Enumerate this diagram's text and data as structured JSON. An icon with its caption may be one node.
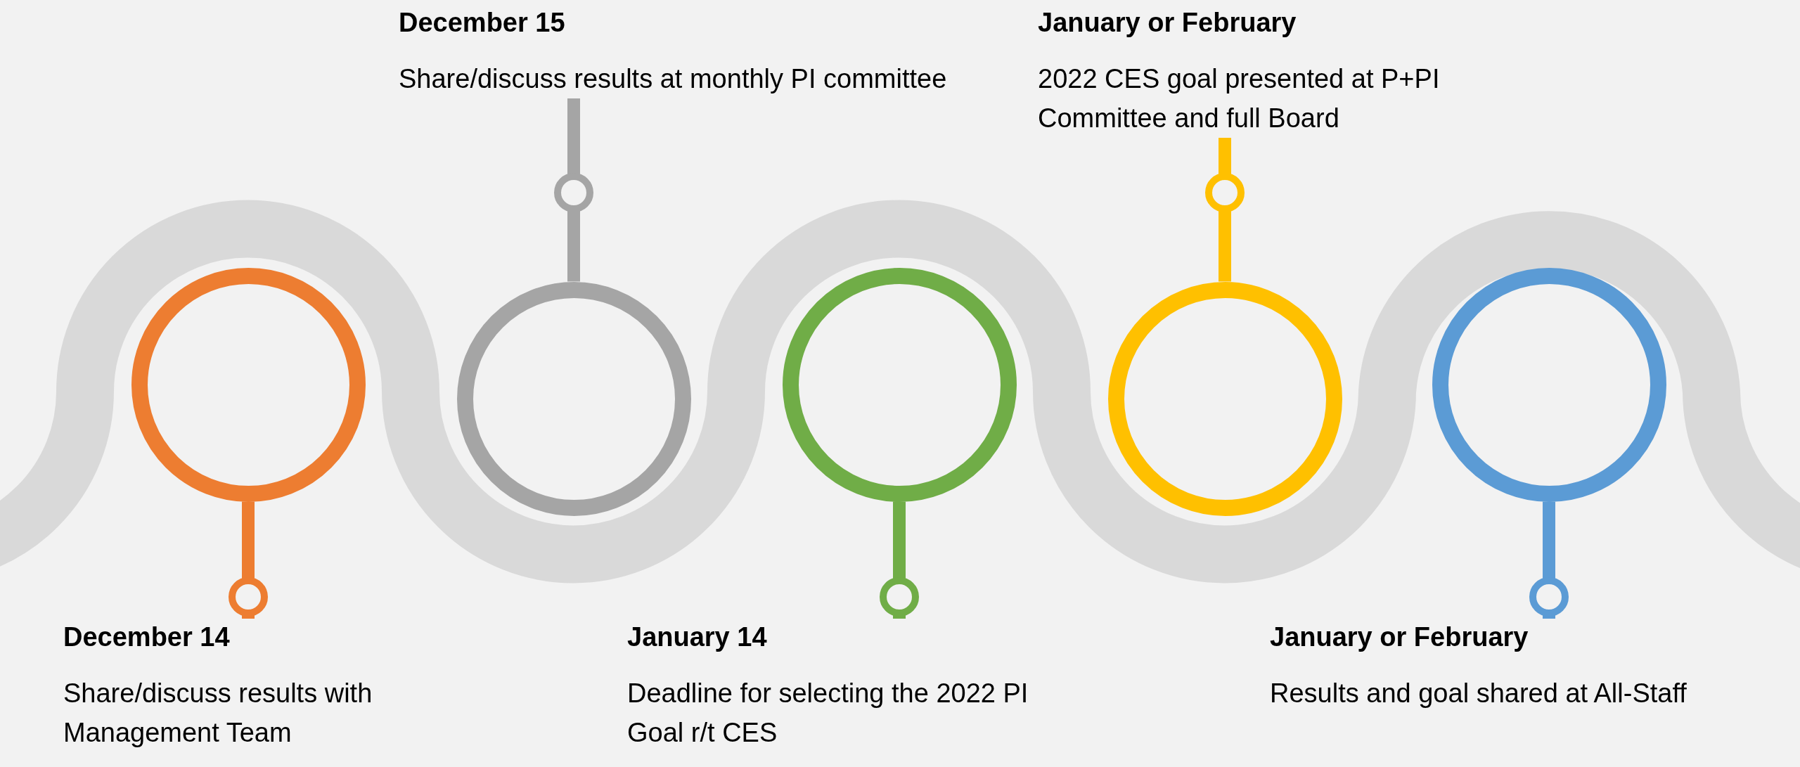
{
  "diagram": {
    "nodes": [
      {
        "text": [
          "December 14",
          "Share/discuss results with Management Team"
        ]
      },
      {
        "text": [],
        "shape": "circle"
      },
      {
        "text": [
          "December 15",
          "Share/discuss results at monthly PI committee"
        ]
      },
      {
        "text": [],
        "shape": "circle"
      },
      {
        "text": [
          "January 14",
          "Deadline for selecting the 2022 PI Goal r/t CES"
        ]
      },
      {
        "text": [],
        "shape": "circle"
      },
      {
        "text": [
          "January or February",
          "2022 CES goal presented at P+PI Committee and full Board"
        ]
      },
      {
        "text": [],
        "shape": "circle"
      },
      {
        "text": [
          "January or February",
          "Results and goal shared at All-Staff"
        ]
      },
      {
        "text": [],
        "shape": "circle"
      }
    ],
    "edges": [
      {
        "from": 0,
        "to": 1,
        "arrow": "other",
        "color": "#ed7d31"
      },
      {
        "from": 2,
        "to": 3,
        "arrow": "other",
        "color": "#a5a5a5"
      },
      {
        "from": 4,
        "to": 5,
        "arrow": "other",
        "color": "#70ad47"
      },
      {
        "from": 6,
        "to": 7,
        "arrow": "other",
        "color": "#ffc000"
      },
      {
        "from": 8,
        "to": 9,
        "arrow": "other",
        "color": "#5b9bd5"
      }
    ]
  }
}
